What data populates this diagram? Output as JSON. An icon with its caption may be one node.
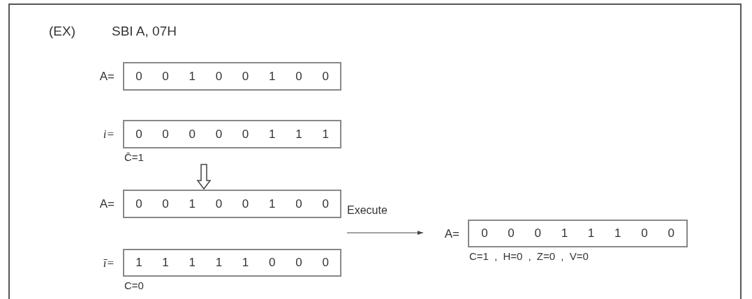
{
  "diagram": {
    "title": "SBI A, 07H",
    "nodes": [
      {
        "text": [
          "0 0 1 0 0 1 0 0"
        ],
        "beside": [
          "A="
        ]
      },
      {
        "text": [
          "0 0 0 0 0 1 1 1"
        ],
        "beside": [
          "i=",
          "C̄=1"
        ]
      },
      {
        "text": [
          "0 0 1 0 0 1 0 0"
        ],
        "beside": [
          "A="
        ]
      },
      {
        "text": [
          "1 1 1 1 1 0 0 0"
        ],
        "beside": [
          "ī=",
          "C=0"
        ]
      },
      {
        "text": [
          "0 0 0 1 1 1 0 0"
        ],
        "beside": [
          "A=",
          "C=1 , H=0 , Z=0 , V=0"
        ]
      }
    ],
    "edges": [
      {
        "from": 1,
        "to": 2,
        "arrow": "to"
      },
      {
        "from": null,
        "to": 4,
        "arrow": "to",
        "label": "Execute"
      }
    ],
    "labels": [
      "(EX)"
    ]
  }
}
